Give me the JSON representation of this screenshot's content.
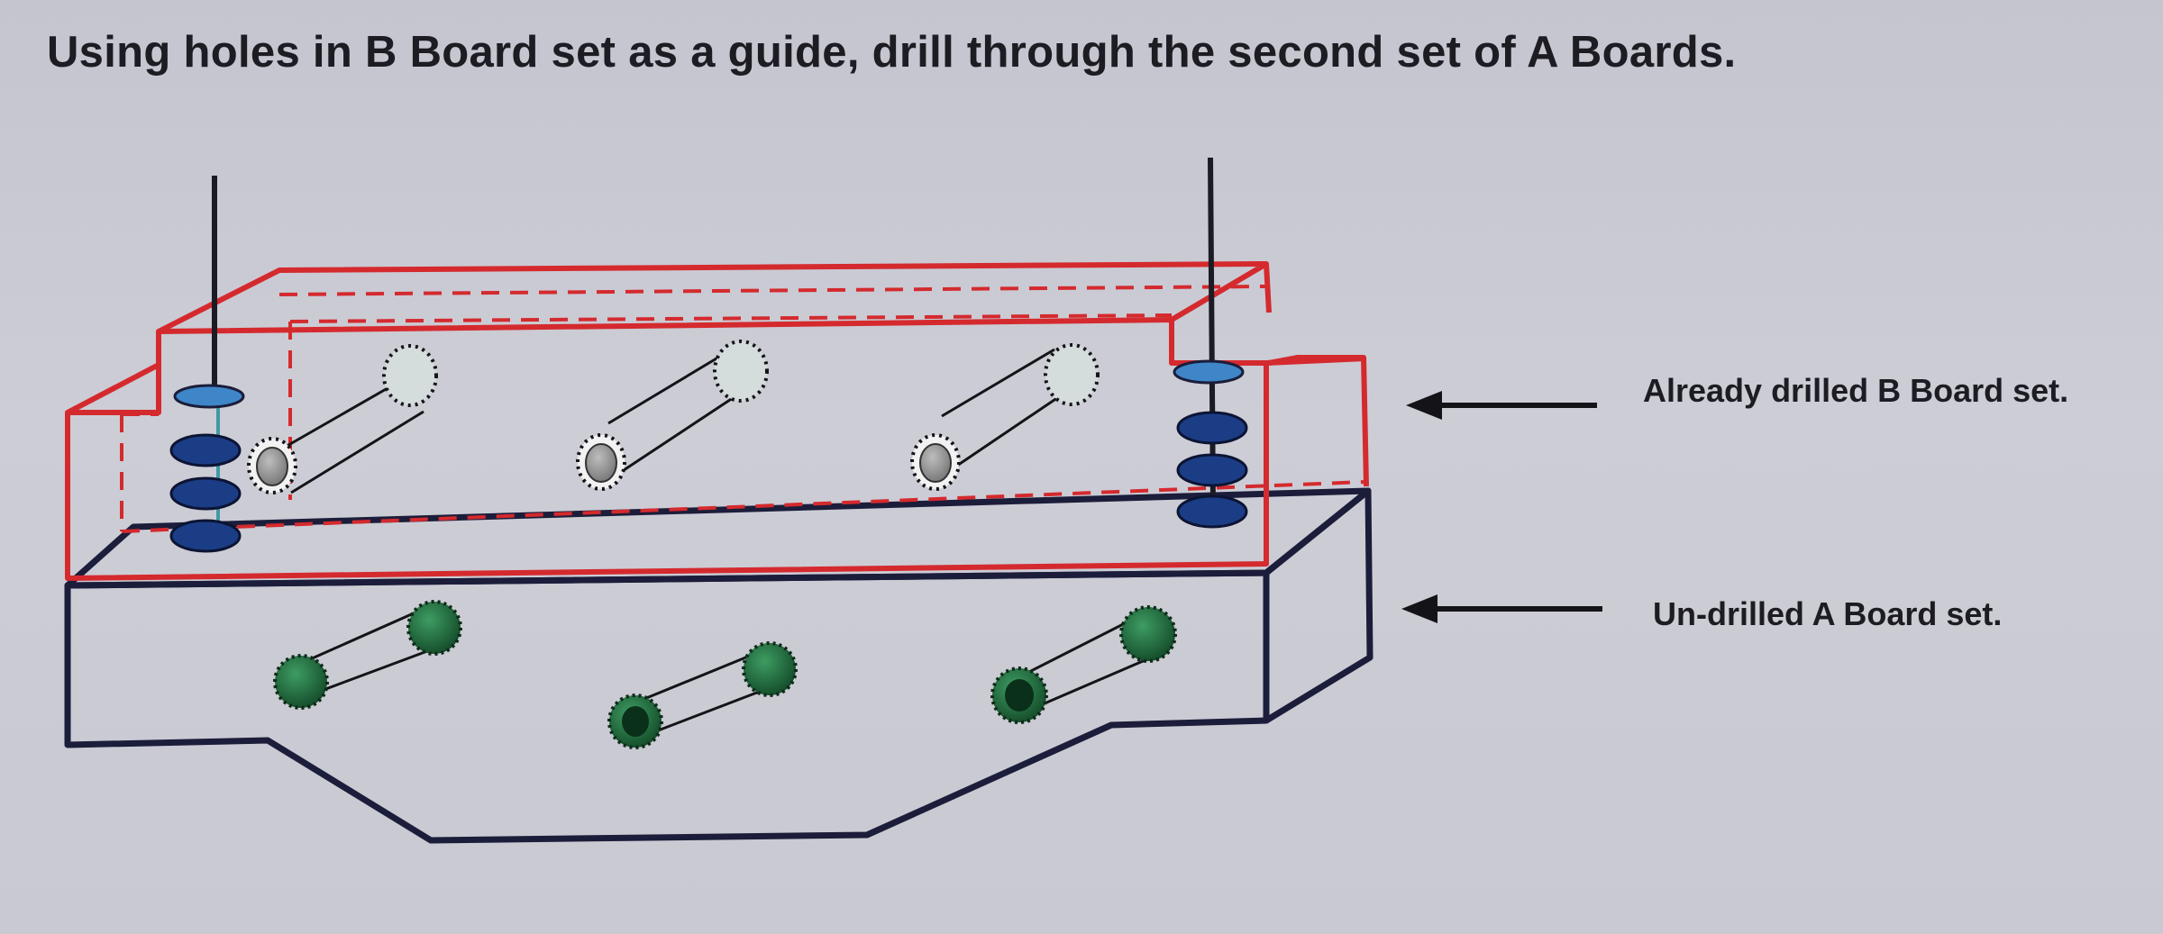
{
  "heading": "Using holes in B Board set as a guide, drill through the second set of A Boards.",
  "labels": {
    "b_board": "Already drilled B Board set.",
    "a_board": "Un-drilled A Board set."
  },
  "colors": {
    "b_board_outline": "#d42a2e",
    "a_board_outline": "#1b1d3a",
    "clamp_washer": "#1b3d86",
    "clamp_washer_top": "#3e86c8",
    "b_hole_fill": "#9a9a9a",
    "a_hole_fill": "#1f6a3c",
    "drill_bit": "#1b1b24"
  },
  "icons": [
    "arrow-left-icon"
  ]
}
